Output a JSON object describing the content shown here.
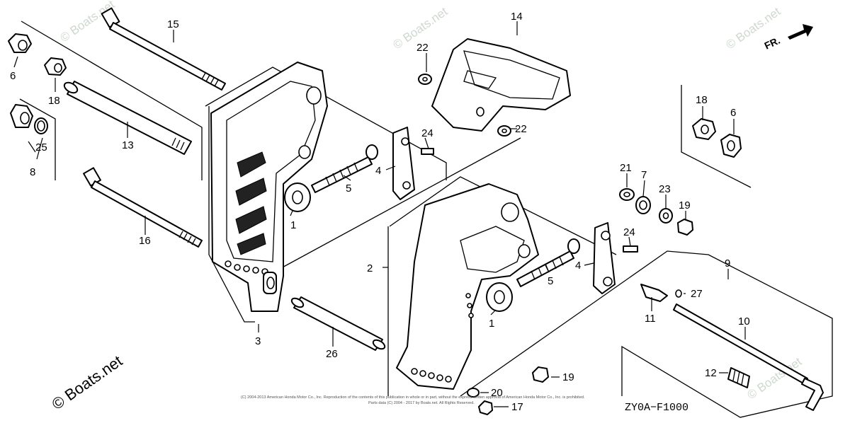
{
  "watermark": {
    "text": "© Boats.net",
    "bottom_text": "© Boats.net"
  },
  "direction_label": "FR.",
  "diagram_code": "ZY0A−F1000",
  "copyright_line1": "(C) 2004-2013 American Honda Motor Co., Inc. Reproduction of the contents of this publication in whole or in part, without the express written approval of American Honda Motor Co., Inc. is prohibited.",
  "copyright_line2": "Parts data (C) 2004 - 2017 by Boats.net. All Rights Reserved.",
  "callouts": [
    "1",
    "1",
    "2",
    "3",
    "4",
    "4",
    "5",
    "5",
    "6",
    "6",
    "7",
    "8",
    "9",
    "10",
    "11",
    "12",
    "13",
    "14",
    "15",
    "16",
    "17",
    "18",
    "18",
    "19",
    "19",
    "20",
    "21",
    "22",
    "22",
    "23",
    "24",
    "24",
    "25",
    "26",
    "27"
  ]
}
